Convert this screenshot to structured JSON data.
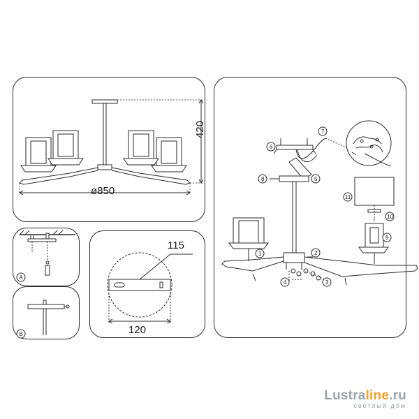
{
  "dimensions": {
    "height": "420",
    "width": "ø850",
    "plate_height": "115",
    "plate_width": "120"
  },
  "step_labels": [
    "A",
    "B"
  ],
  "part_numbers": [
    "1",
    "2",
    "3",
    "4",
    "5",
    "6",
    "7",
    "8",
    "9",
    "10",
    "11"
  ],
  "watermark": {
    "brand_part1": "Lustra",
    "brand_part2": "line",
    "brand_part3": ".ru",
    "tagline": "светлый дом"
  },
  "colors": {
    "line": "#2a2a2a",
    "accent_logo": "#f2a12e",
    "logo_gray": "#9aa4ae"
  }
}
